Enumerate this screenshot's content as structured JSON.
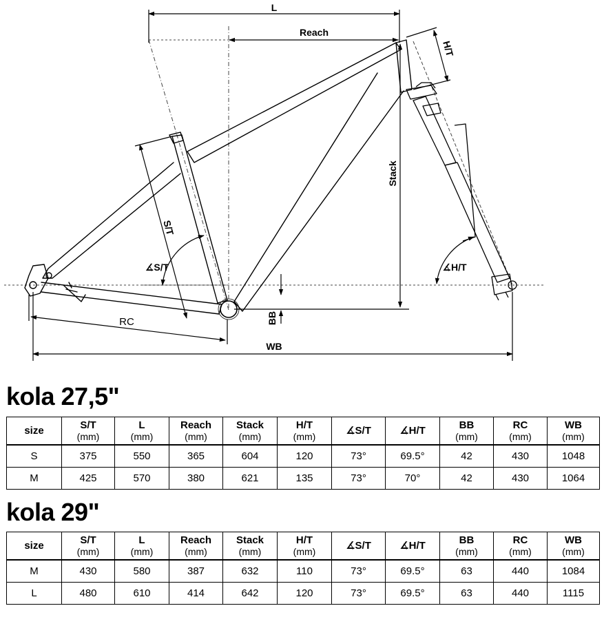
{
  "diagram": {
    "labels": {
      "l": "L",
      "reach": "Reach",
      "ht": "H/T",
      "stack": "Stack",
      "st": "S/T",
      "angle_st": "∡S/T",
      "angle_ht": "∡H/T",
      "bb": "BB",
      "rc": "RC",
      "wb": "WB"
    }
  },
  "tables": [
    {
      "title": "kola 27,5\"",
      "columns": [
        {
          "label": "size",
          "unit": ""
        },
        {
          "label": "S/T",
          "unit": "(mm)"
        },
        {
          "label": "L",
          "unit": "(mm)"
        },
        {
          "label": "Reach",
          "unit": "(mm)"
        },
        {
          "label": "Stack",
          "unit": "(mm)"
        },
        {
          "label": "H/T",
          "unit": "(mm)"
        },
        {
          "label": "∡S/T",
          "unit": ""
        },
        {
          "label": "∡H/T",
          "unit": ""
        },
        {
          "label": "BB",
          "unit": "(mm)"
        },
        {
          "label": "RC",
          "unit": "(mm)"
        },
        {
          "label": "WB",
          "unit": "(mm)"
        }
      ],
      "rows": [
        [
          "S",
          "375",
          "550",
          "365",
          "604",
          "120",
          "73°",
          "69.5°",
          "42",
          "430",
          "1048"
        ],
        [
          "M",
          "425",
          "570",
          "380",
          "621",
          "135",
          "73°",
          "70°",
          "42",
          "430",
          "1064"
        ]
      ]
    },
    {
      "title": "kola 29\"",
      "columns": [
        {
          "label": "size",
          "unit": ""
        },
        {
          "label": "S/T",
          "unit": "(mm)"
        },
        {
          "label": "L",
          "unit": "(mm)"
        },
        {
          "label": "Reach",
          "unit": "(mm)"
        },
        {
          "label": "Stack",
          "unit": "(mm)"
        },
        {
          "label": "H/T",
          "unit": "(mm)"
        },
        {
          "label": "∡S/T",
          "unit": ""
        },
        {
          "label": "∡H/T",
          "unit": ""
        },
        {
          "label": "BB",
          "unit": "(mm)"
        },
        {
          "label": "RC",
          "unit": "(mm)"
        },
        {
          "label": "WB",
          "unit": "(mm)"
        }
      ],
      "rows": [
        [
          "M",
          "430",
          "580",
          "387",
          "632",
          "110",
          "73°",
          "69.5°",
          "63",
          "440",
          "1084"
        ],
        [
          "L",
          "480",
          "610",
          "414",
          "642",
          "120",
          "73°",
          "69.5°",
          "63",
          "440",
          "1115"
        ]
      ]
    }
  ]
}
